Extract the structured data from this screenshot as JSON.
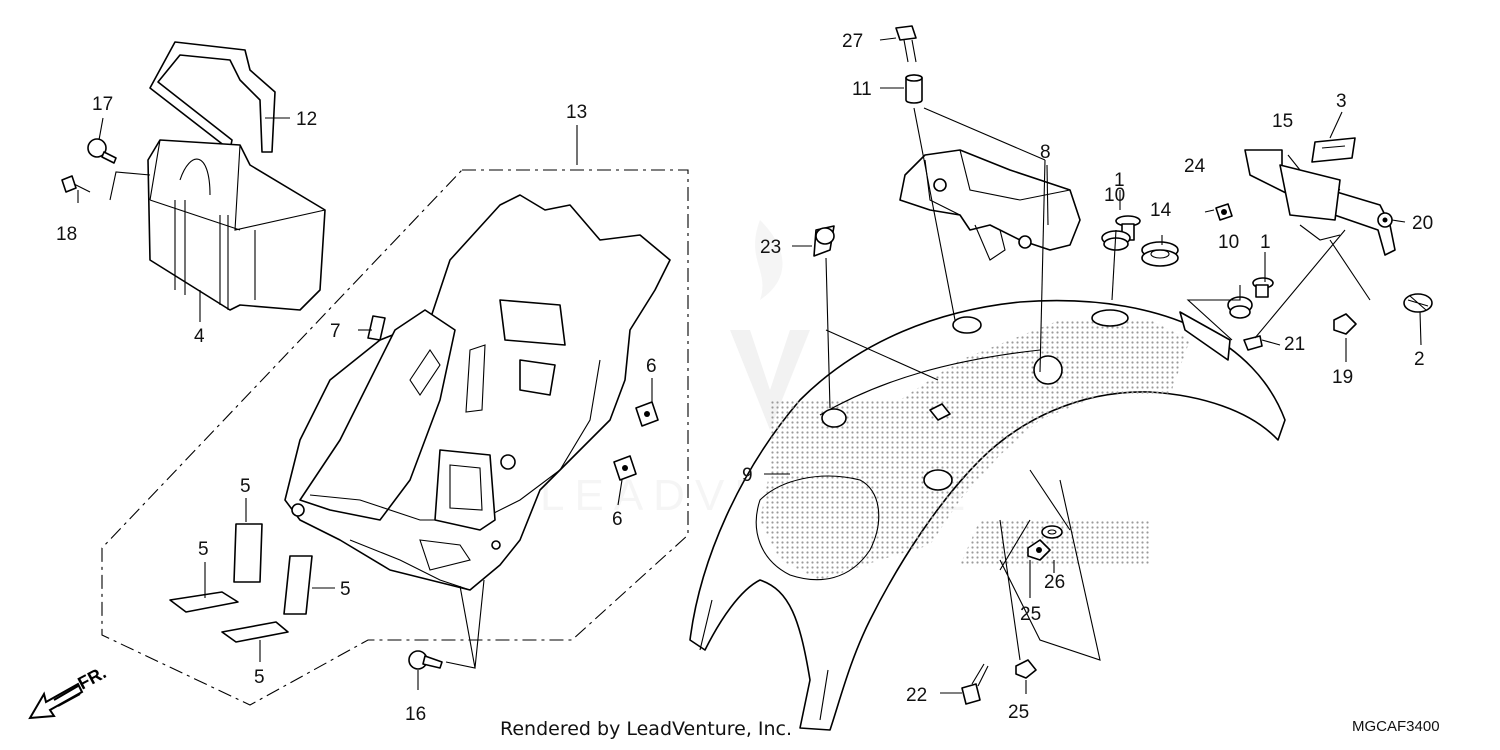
{
  "footer": {
    "rendered_by": "Rendered by LeadVenture, Inc.",
    "diagram_code": "MGCAF3400"
  },
  "direction_label": "FR.",
  "callouts": {
    "c1a": "1",
    "c1b": "1",
    "c2": "2",
    "c3": "3",
    "c4": "4",
    "c5a": "5",
    "c5b": "5",
    "c5c": "5",
    "c5d": "5",
    "c6a": "6",
    "c6b": "6",
    "c7": "7",
    "c8": "8",
    "c9": "9",
    "c10a": "10",
    "c10b": "10",
    "c11": "11",
    "c12": "12",
    "c13": "13",
    "c14": "14",
    "c15": "15",
    "c16": "16",
    "c17": "17",
    "c18": "18",
    "c19": "19",
    "c20": "20",
    "c21": "21",
    "c22": "22",
    "c23": "23",
    "c24": "24",
    "c25a": "25",
    "c25b": "25",
    "c26": "26",
    "c27": "27"
  },
  "colors": {
    "line": "#000000",
    "background": "#ffffff",
    "dot_shading": "#9a9a9a",
    "watermark": "#e6e6e6"
  }
}
